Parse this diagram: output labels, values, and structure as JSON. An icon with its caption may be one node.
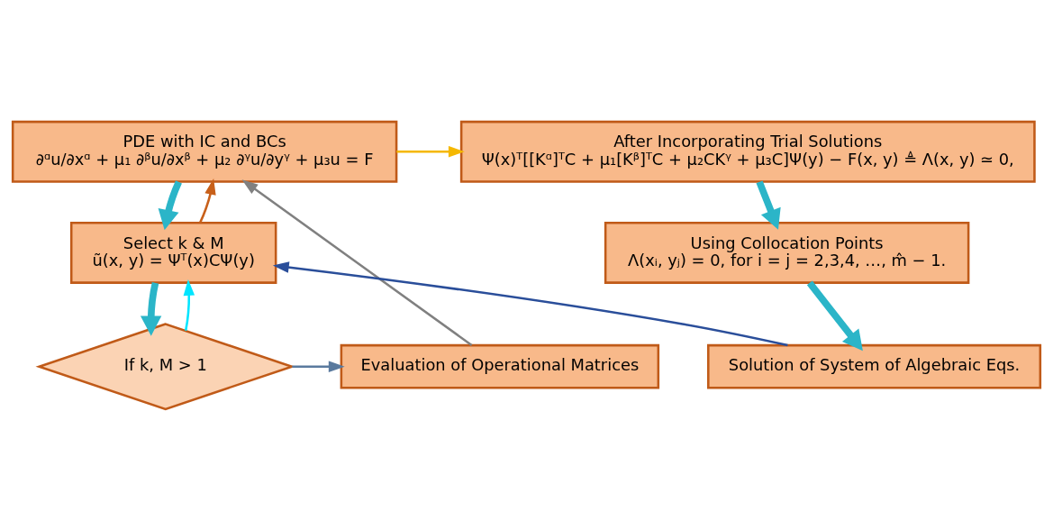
{
  "diagram": {
    "nodes": [
      {
        "text": [
          "PDE with IC and BCs",
          "∂ᵅu/∂xᵅ + μ₁ ∂ᵝu/∂xᵝ + μ₂ ∂ᵞu/∂yᵞ + μ₃u = F"
        ]
      },
      {
        "text": [
          "Select k & M",
          "ũ(x, y) = Ψᵀ(x)CΨ(y)"
        ]
      },
      {
        "text": [
          "If k, M > 1"
        ]
      },
      {
        "text": [
          "Evaluation of Operational Matrices"
        ]
      },
      {
        "text": [
          "After Incorporating Trial Solutions",
          "Ψ(x)ᵀ[[Kᵅ]ᵀC + μ₁[Kᵝ]ᵀC + μ₂CKᵞ + μ₃C]Ψ(y) − F(x, y) ≜ Λ(x, y) ≃ 0,"
        ]
      },
      {
        "text": [
          "Using Collocation Points",
          "Λ(xᵢ, yⱼ) = 0, for i = j = 2,3,4, …, m̂ − 1."
        ]
      },
      {
        "text": [
          "Solution of System of Algebraic Eqs."
        ]
      }
    ],
    "edges": [
      {
        "from": 0,
        "to": 1,
        "arrow": "to",
        "style": "thick",
        "color": "#2bb5c8"
      },
      {
        "from": 1,
        "to": 0,
        "arrow": "to",
        "color": "#c8601a"
      },
      {
        "from": 1,
        "to": 2,
        "arrow": "to",
        "style": "thick",
        "color": "#2bb5c8"
      },
      {
        "from": 2,
        "to": 1,
        "arrow": "to",
        "color": "#00e5ff"
      },
      {
        "from": 2,
        "to": 3,
        "arrow": "to",
        "color": "#5a7a9e"
      },
      {
        "from": 3,
        "to": 0,
        "arrow": "to",
        "color": "#808080"
      },
      {
        "from": 0,
        "to": 4,
        "arrow": "to",
        "color": "#f5b800"
      },
      {
        "from": 4,
        "to": 5,
        "arrow": "to",
        "style": "thick",
        "color": "#2bb5c8"
      },
      {
        "from": 5,
        "to": 6,
        "arrow": "to",
        "style": "thick",
        "color": "#2bb5c8"
      },
      {
        "from": 6,
        "to": 1,
        "arrow": "to",
        "color": "#2a4e9a"
      }
    ]
  }
}
